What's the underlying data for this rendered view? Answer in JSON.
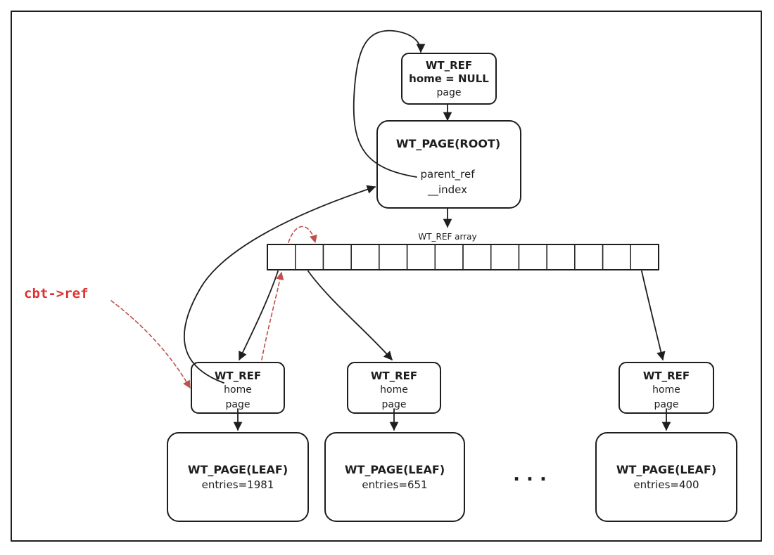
{
  "root_ref": {
    "title": "WT_REF",
    "home": "home = NULL",
    "page": "page"
  },
  "root_page": {
    "title": "WT_PAGE(ROOT)",
    "parent_ref": "parent_ref",
    "index": "__index"
  },
  "ref_array": {
    "label": "WT_REF array",
    "slot_count": 14
  },
  "cbt_ref": "cbt->ref",
  "children": [
    {
      "ref_title": "WT_REF",
      "home": "home",
      "page": "page",
      "page_title": "WT_PAGE(LEAF)",
      "entries": "entries=1981"
    },
    {
      "ref_title": "WT_REF",
      "home": "home",
      "page": "page",
      "page_title": "WT_PAGE(LEAF)",
      "entries": "entries=651"
    },
    {
      "ref_title": "WT_REF",
      "home": "home",
      "page": "page",
      "page_title": "WT_PAGE(LEAF)",
      "entries": "entries=400"
    }
  ],
  "ellipsis": ". . .",
  "colors": {
    "stroke": "#1e1e1e",
    "highlight": "#c0504d",
    "cbt_text": "#e03131"
  }
}
